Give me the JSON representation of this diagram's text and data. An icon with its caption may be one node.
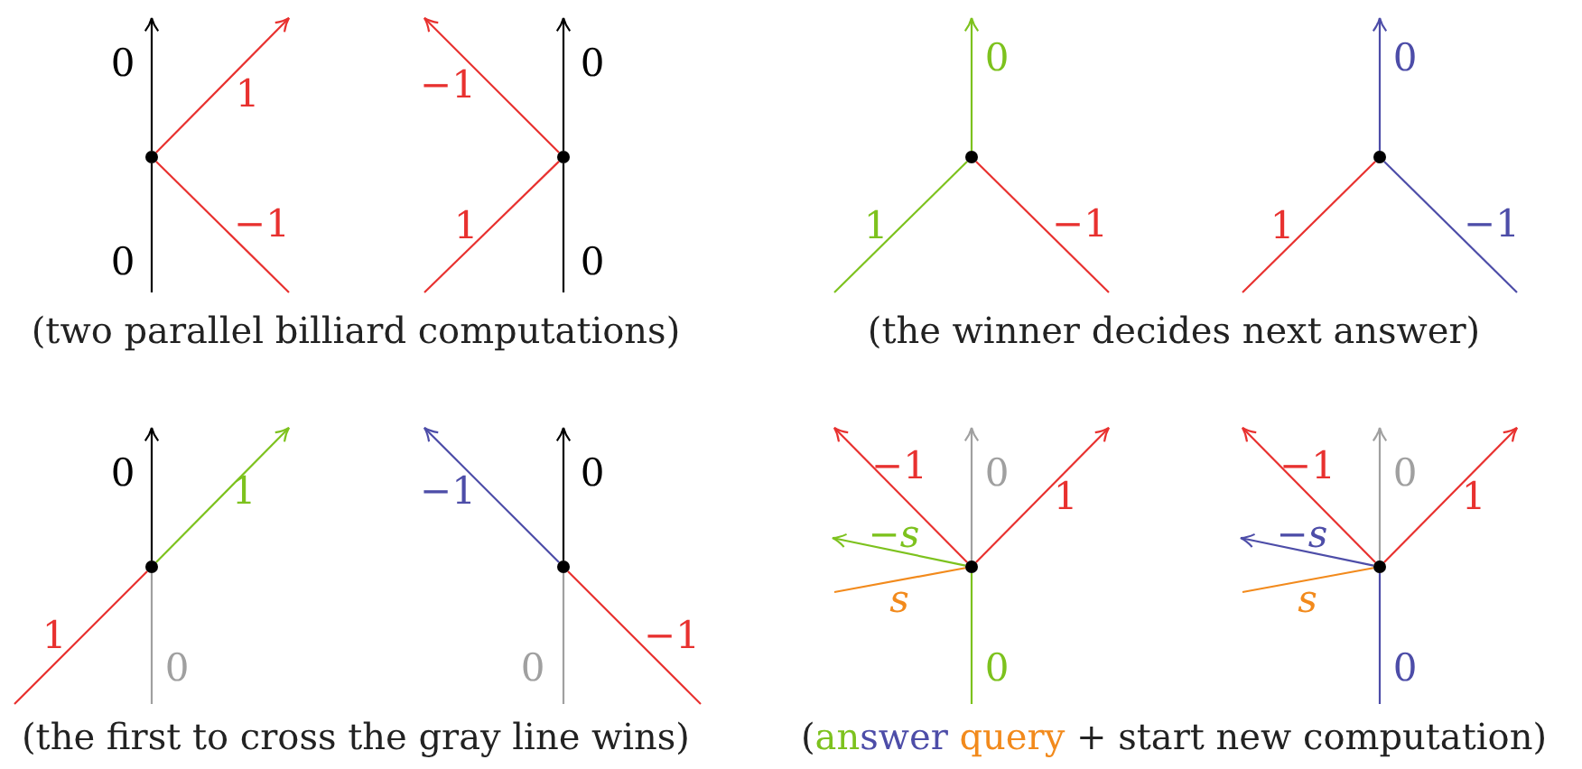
{
  "diagram": {
    "nodes": [
      {
        "text": [],
        "shape": "circle"
      },
      {
        "text": [],
        "shape": "circle"
      },
      {
        "text": [],
        "shape": "circle"
      },
      {
        "text": [],
        "shape": "circle"
      },
      {
        "text": [],
        "shape": "circle"
      },
      {
        "text": [],
        "shape": "circle"
      },
      {
        "text": [],
        "shape": "circle"
      },
      {
        "text": [],
        "shape": "circle"
      }
    ],
    "edges": [
      {
        "from": null,
        "to": 0,
        "arrow": "none",
        "label": "0",
        "color": "#000000"
      },
      {
        "from": 0,
        "to": null,
        "arrow": "to",
        "label": "0",
        "color": "#000000"
      },
      {
        "from": 0,
        "to": null,
        "arrow": "to",
        "label": "1",
        "color": "#e8312f"
      },
      {
        "from": null,
        "to": 0,
        "arrow": "none",
        "label": "−1",
        "color": "#e8312f"
      },
      {
        "from": 1,
        "to": null,
        "arrow": "to",
        "label": "−1",
        "color": "#e8312f"
      },
      {
        "from": null,
        "to": 1,
        "arrow": "none",
        "label": "1",
        "color": "#e8312f"
      },
      {
        "from": 1,
        "to": null,
        "arrow": "to",
        "label": "0",
        "color": "#000000"
      },
      {
        "from": null,
        "to": 1,
        "arrow": "none",
        "label": "0",
        "color": "#000000"
      },
      {
        "from": 2,
        "to": null,
        "arrow": "to",
        "label": "0",
        "color": "#7dc21e"
      },
      {
        "from": null,
        "to": 2,
        "arrow": "none",
        "label": "1",
        "color": "#7dc21e"
      },
      {
        "from": null,
        "to": 2,
        "arrow": "none",
        "label": "−1",
        "color": "#e8312f"
      },
      {
        "from": 3,
        "to": null,
        "arrow": "to",
        "label": "0",
        "color": "#4d4da8"
      },
      {
        "from": null,
        "to": 3,
        "arrow": "none",
        "label": "1",
        "color": "#e8312f"
      },
      {
        "from": null,
        "to": 3,
        "arrow": "none",
        "label": "−1",
        "color": "#4d4da8"
      },
      {
        "from": 4,
        "to": null,
        "arrow": "to",
        "label": "0",
        "color": "#000000"
      },
      {
        "from": 4,
        "to": null,
        "arrow": "to",
        "label": "1",
        "color": "#7dc21e"
      },
      {
        "from": null,
        "to": 4,
        "arrow": "none",
        "label": "1",
        "color": "#e8312f"
      },
      {
        "from": null,
        "to": 4,
        "arrow": "none",
        "label": "0",
        "color": "#a0a0a0"
      },
      {
        "from": 5,
        "to": null,
        "arrow": "to",
        "label": "−1",
        "color": "#4d4da8"
      },
      {
        "from": 5,
        "to": null,
        "arrow": "to",
        "label": "0",
        "color": "#000000"
      },
      {
        "from": null,
        "to": 5,
        "arrow": "none",
        "label": "0",
        "color": "#a0a0a0"
      },
      {
        "from": null,
        "to": 5,
        "arrow": "none",
        "label": "−1",
        "color": "#e8312f"
      },
      {
        "from": 6,
        "to": null,
        "arrow": "to",
        "label": "−1",
        "color": "#e8312f"
      },
      {
        "from": 6,
        "to": null,
        "arrow": "to",
        "label": "0",
        "color": "#a0a0a0"
      },
      {
        "from": 6,
        "to": null,
        "arrow": "to",
        "label": "1",
        "color": "#e8312f"
      },
      {
        "from": 6,
        "to": null,
        "arrow": "to",
        "label": "−*s*",
        "color": "#7dc21e"
      },
      {
        "from": null,
        "to": 6,
        "arrow": "none",
        "label": "s",
        "color": "#f28a1c"
      },
      {
        "from": null,
        "to": 6,
        "arrow": "none",
        "label": "0",
        "color": "#7dc21e"
      },
      {
        "from": 7,
        "to": null,
        "arrow": "to",
        "label": "−1",
        "color": "#e8312f"
      },
      {
        "from": 7,
        "to": null,
        "arrow": "to",
        "label": "0",
        "color": "#a0a0a0"
      },
      {
        "from": 7,
        "to": null,
        "arrow": "to",
        "label": "1",
        "color": "#e8312f"
      },
      {
        "from": 7,
        "to": null,
        "arrow": "to",
        "label": "−*s*",
        "color": "#4d4da8"
      },
      {
        "from": null,
        "to": 7,
        "arrow": "none",
        "label": "s",
        "color": "#f28a1c"
      },
      {
        "from": null,
        "to": 7,
        "arrow": "none",
        "label": "0",
        "color": "#4d4da8"
      }
    ],
    "labels": [
      "(two parallel billiard computations)",
      "(the winner decides next answer)",
      "(the first to cross the gray line wins)",
      "(answer query + start new computation)"
    ]
  }
}
